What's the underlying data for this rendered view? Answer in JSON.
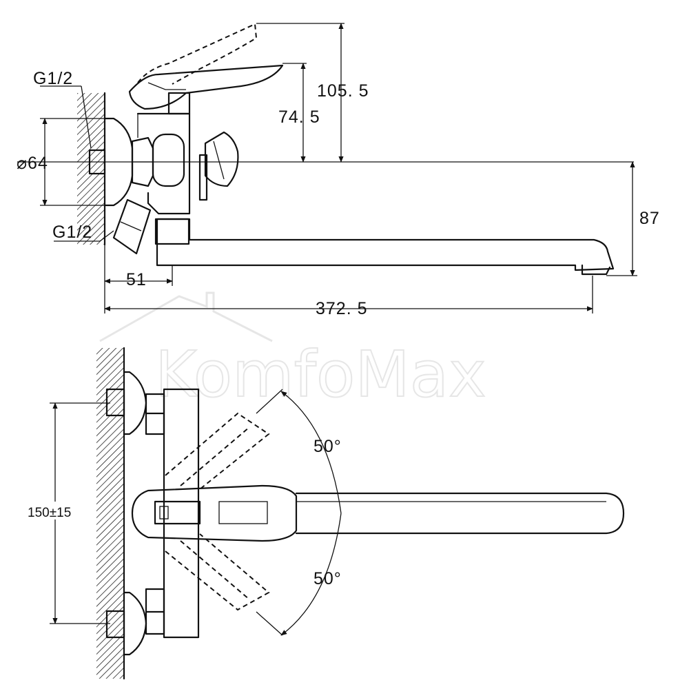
{
  "watermark": "KomfoMax",
  "side_view": {
    "thread_top": "G1/2",
    "diameter": "⌀64",
    "thread_bottom": "G1/2",
    "dim_105": "105. 5",
    "dim_74": "74. 5",
    "dim_87": "87",
    "dim_51": "51",
    "dim_372": "372. 5"
  },
  "top_view": {
    "spacing": "150±15",
    "angle_upper": "50°",
    "angle_lower": "50°"
  }
}
